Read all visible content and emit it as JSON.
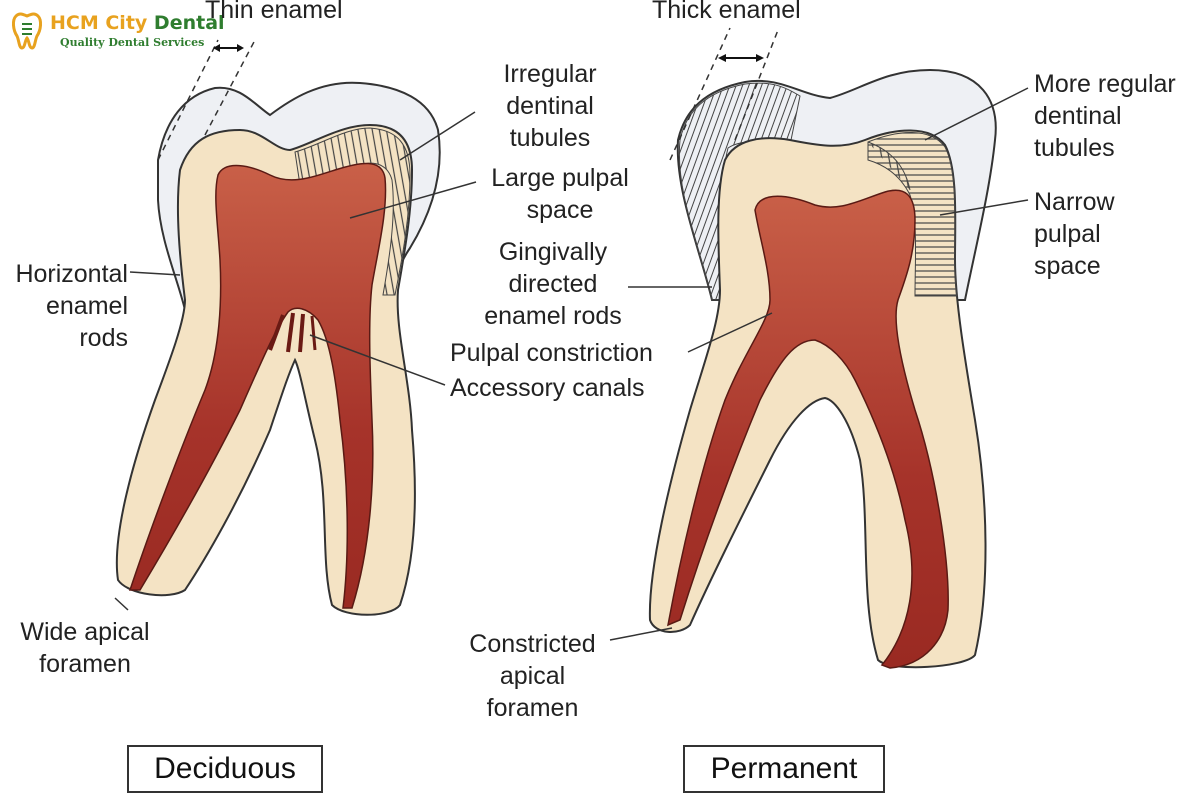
{
  "logo": {
    "brand_primary": "HCM City",
    "brand_secondary": "Dental",
    "tagline": "Quality Dental Services",
    "colors": {
      "primary": "#e8a21f",
      "secondary": "#2f7d2f"
    }
  },
  "colors": {
    "enamel": "#eef0f4",
    "dentin": "#f4e3c4",
    "pulp": "#a6332a",
    "pulp_light": "#c96048",
    "outline": "#333333"
  },
  "deciduous": {
    "caption": "Deciduous",
    "labels": {
      "thin_enamel": "Thin enamel",
      "tubules": [
        "Irregular",
        "dentinal",
        "tubules"
      ],
      "pulp_space": [
        "Large pulpal",
        "space"
      ],
      "enamel_rods": [
        "Horizontal",
        "enamel",
        "rods"
      ],
      "foramen": [
        "Wide apical",
        "foramen"
      ]
    }
  },
  "shared": {
    "gingival_rods": [
      "Gingivally",
      "directed",
      "enamel rods"
    ],
    "constriction": "Pulpal constriction",
    "accessory": "Accessory canals"
  },
  "permanent": {
    "caption": "Permanent",
    "labels": {
      "thick_enamel": "Thick enamel",
      "tubules": [
        "More regular",
        "dentinal",
        "tubules"
      ],
      "pulp_space": [
        "Narrow",
        "pulpal",
        "space"
      ],
      "foramen": [
        "Constricted",
        "apical",
        "foramen"
      ]
    }
  }
}
